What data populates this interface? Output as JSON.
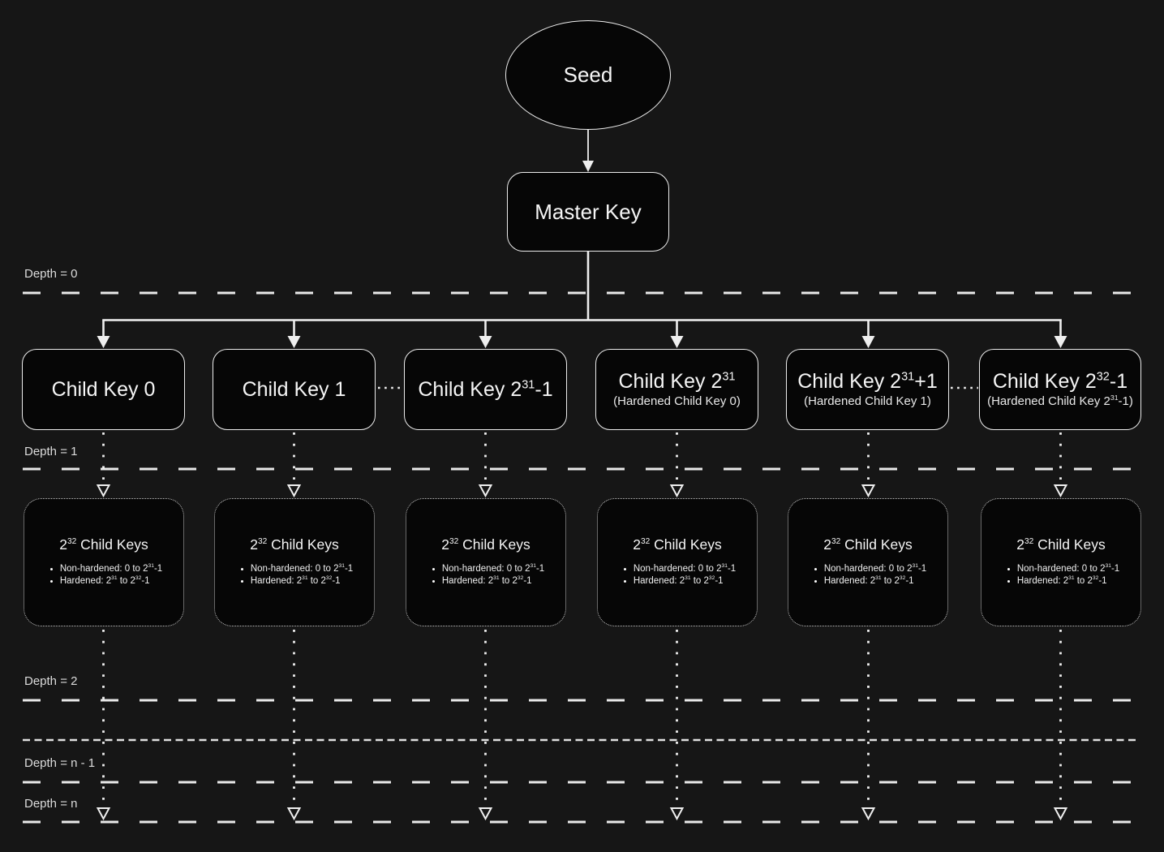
{
  "diagram": {
    "seed": {
      "label": "Seed"
    },
    "master": {
      "label": "Master Key"
    },
    "depth_labels": [
      "Depth = 0",
      "Depth = 1",
      "Depth = 2",
      "Depth = n - 1",
      "Depth = n"
    ],
    "children": [
      {
        "title": [
          {
            "t": "Child Key 0"
          }
        ],
        "subtitle": null
      },
      {
        "title": [
          {
            "t": "Child Key 1"
          }
        ],
        "subtitle": null
      },
      {
        "title": [
          {
            "t": "Child Key 2"
          },
          {
            "sup": "31"
          },
          {
            "t": "-1"
          }
        ],
        "subtitle": null
      },
      {
        "title": [
          {
            "t": "Child Key 2"
          },
          {
            "sup": "31"
          }
        ],
        "subtitle": [
          {
            "t": "(Hardened Child Key 0)"
          }
        ]
      },
      {
        "title": [
          {
            "t": "Child Key 2"
          },
          {
            "sup": "31"
          },
          {
            "t": "+1"
          }
        ],
        "subtitle": [
          {
            "t": "(Hardened Child Key 1)"
          }
        ]
      },
      {
        "title": [
          {
            "t": "Child Key 2"
          },
          {
            "sup": "32"
          },
          {
            "t": "-1"
          }
        ],
        "subtitle": [
          {
            "t": "(Hardened Child Key 2"
          },
          {
            "sup": "31"
          },
          {
            "t": "-1)"
          }
        ]
      }
    ],
    "child_key_group": {
      "title": [
        {
          "t": "2"
        },
        {
          "sup": "32"
        },
        {
          "t": " Child Keys"
        }
      ],
      "bullets": [
        [
          {
            "t": "Non-hardened: 0 to 2"
          },
          {
            "sup": "31"
          },
          {
            "t": "-1"
          }
        ],
        [
          {
            "t": "Hardened: 2"
          },
          {
            "sup": "31"
          },
          {
            "t": " to 2"
          },
          {
            "sup": "32"
          },
          {
            "t": "-1"
          }
        ]
      ]
    },
    "colors": {
      "background": "#161616",
      "node_fill": "#060606",
      "line": "#efefef",
      "text": "#f5f5f5"
    }
  }
}
